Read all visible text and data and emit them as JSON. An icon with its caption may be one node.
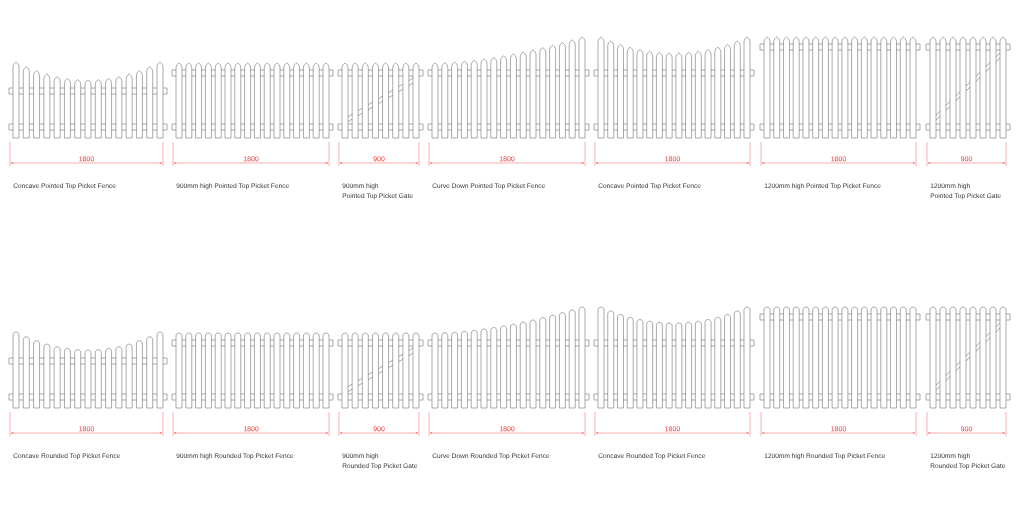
{
  "diagram": {
    "labels": [
      "1800",
      "1800",
      "900",
      "1800",
      "1800",
      "1800",
      "900",
      "Concave Pointed Top Picket Fence",
      "900mm high Pointed Top Picket Fence",
      "900mm high Pointed Top Picket Gate",
      "Curve Down Pointed Top Picket Fence",
      "Concave Pointed Top Picket Fence",
      "1200mm high Pointed Top Picket Fence",
      "1200mm high Pointed Top Picket Gate",
      "1800",
      "1800",
      "900",
      "1800",
      "1800",
      "1800",
      "900",
      "Concave Rounded Top Picket Fence",
      "900mm high Rounded Top Picket Fence",
      "900mm high Rounded Top Picket Gate",
      "Curve Down Rounded Top Picket Fence",
      "Concave Rounded Top Picket Fence",
      "1200mm high Rounded Top Picket Fence",
      "1200mm high Rounded Top Picket Gate"
    ]
  }
}
